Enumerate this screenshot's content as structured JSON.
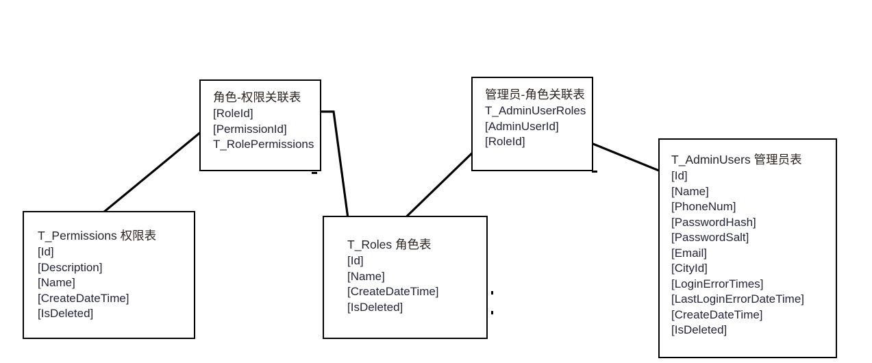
{
  "diagram": {
    "title_visible": false,
    "background_color": "#ffffff",
    "line_color": "#000000",
    "field_text_color": "#23233c",
    "title_text_color": "#26232b"
  },
  "entities": [
    {
      "id": "role-permissions",
      "title_cn": "角色-权限关联表",
      "title_en": "",
      "fields": [
        "[RoleId]",
        "[PermissionId]",
        "T_RolePermissions"
      ]
    },
    {
      "id": "admin-user-roles",
      "title_cn": "管理员-角色关联表",
      "title_en": "",
      "fields": [
        "T_AdminUserRoles",
        "[AdminUserId]",
        "[RoleId]"
      ]
    },
    {
      "id": "permissions",
      "title_en": "T_Permissions",
      "title_cn": "权限表",
      "fields": [
        "[Id]",
        "[Description]",
        "[Name]",
        "[CreateDateTime]",
        "[IsDeleted]"
      ]
    },
    {
      "id": "roles",
      "title_en": "T_Roles",
      "title_cn": "角色表",
      "fields": [
        "[Id]",
        "[Name]",
        "[CreateDateTime]",
        "[IsDeleted]"
      ]
    },
    {
      "id": "admin-users",
      "title_en": "T_AdminUsers",
      "title_cn": "管理员表",
      "fields": [
        "[Id]",
        "[Name]",
        "[PhoneNum]",
        "[PasswordHash]",
        "[PasswordSalt]",
        "[Email]",
        "[CityId]",
        "[LoginErrorTimes]",
        "[LastLoginErrorDateTime]",
        "[CreateDateTime]",
        "[IsDeleted]"
      ]
    }
  ],
  "relationships": [
    {
      "id": "rel-permissionid-to-permissions-id",
      "from": "role-permissions.[PermissionId]",
      "to": "permissions.[Id]"
    },
    {
      "id": "rel-roleid-to-roles-id",
      "from": "role-permissions.[RoleId]",
      "to": "roles.[Id]"
    },
    {
      "id": "rel-adminuserroles-roleid-to-roles-id",
      "from": "admin-user-roles.[RoleId]",
      "to": "roles.[Id]"
    },
    {
      "id": "rel-adminuserid-to-adminusers-id",
      "from": "admin-user-roles.[AdminUserId]",
      "to": "admin-users.[Id]"
    }
  ]
}
